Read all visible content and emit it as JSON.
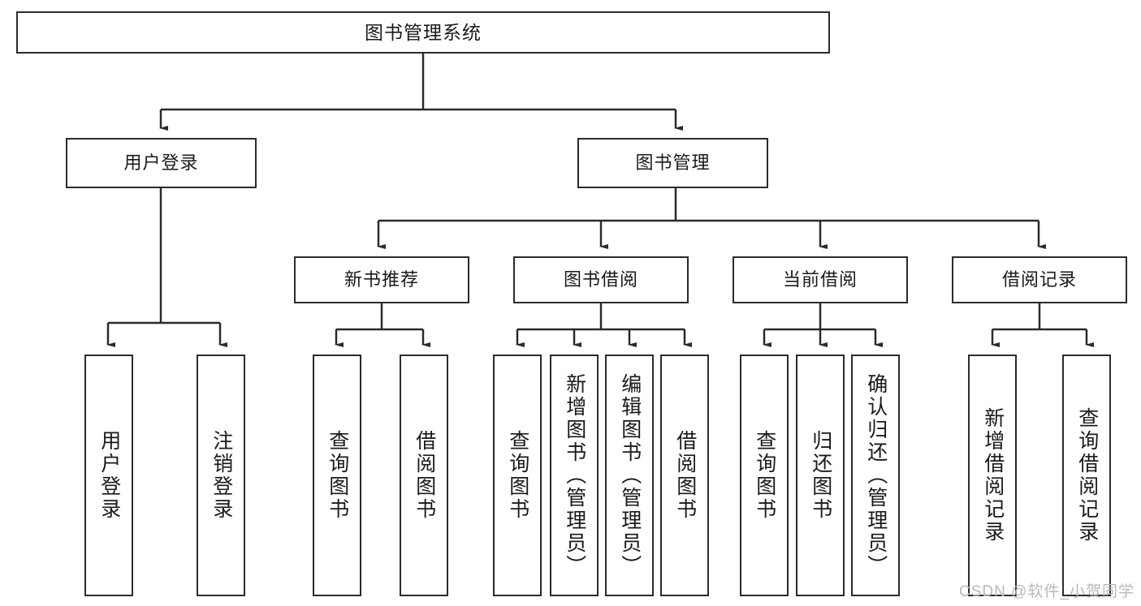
{
  "diagram": {
    "title": "图书管理系统",
    "type": "hierarchy-tree",
    "watermark": "CSDN @软件_小贺同学",
    "root": {
      "label": "图书管理系统"
    },
    "level2": [
      {
        "label": "用户登录"
      },
      {
        "label": "图书管理"
      }
    ],
    "level3": [
      {
        "label": "新书推荐"
      },
      {
        "label": "图书借阅"
      },
      {
        "label": "当前借阅"
      },
      {
        "label": "借阅记录"
      }
    ],
    "leaves": {
      "user_login": [
        {
          "label": "用户登录"
        },
        {
          "label": "注销登录"
        }
      ],
      "new_book_recommend": [
        {
          "label": "查询图书"
        },
        {
          "label": "借阅图书"
        }
      ],
      "book_borrow": [
        {
          "label": "查询图书"
        },
        {
          "label": "新增图书（管理员）"
        },
        {
          "label": "编辑图书（管理员）"
        },
        {
          "label": "借阅图书"
        }
      ],
      "current_borrow": [
        {
          "label": "查询图书"
        },
        {
          "label": "归还图书"
        },
        {
          "label": "确认归还（管理员）"
        }
      ],
      "borrow_record": [
        {
          "label": "新增借阅记录"
        },
        {
          "label": "查询借阅记录"
        }
      ]
    }
  }
}
